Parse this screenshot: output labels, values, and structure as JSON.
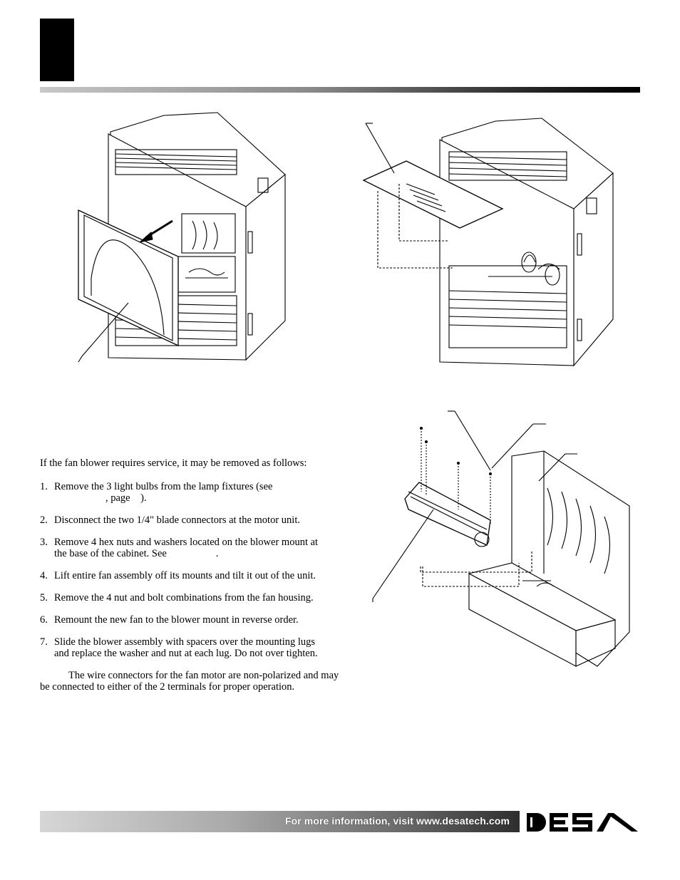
{
  "fan_section": {
    "intro": "If the fan blower requires service, it may be removed as follows:",
    "steps": [
      {
        "num": "1.",
        "line1": "Remove the 3 light bulbs from the lamp fixtures (see",
        "line2": ", page    )."
      },
      {
        "num": "2.",
        "text": "Disconnect the two 1/4\" blade connectors at the motor unit."
      },
      {
        "num": "3.",
        "line1": "Remove 4 hex nuts and washers located on the blower mount at",
        "line2": "the base of the cabinet. See                   ."
      },
      {
        "num": "4.",
        "text": "Lift entire fan assembly off its mounts and tilt it out of the unit."
      },
      {
        "num": "5.",
        "text": "Remove the 4 nut and bolt combinations from the fan housing."
      },
      {
        "num": "6.",
        "text": "Remount the new fan to the blower mount in reverse order."
      },
      {
        "num": "7.",
        "line1": "Slide the blower assembly with spacers over the mounting lugs",
        "line2": "and replace the washer and nut at each lug. Do not over tighten."
      }
    ],
    "note": "The wire connectors for the fan motor are non-polarized and may be connected to either of the 2 terminals for proper operation."
  },
  "footer": {
    "info_text": "For more information, visit www.desatech.com"
  },
  "logo": {
    "text": "DESA"
  }
}
